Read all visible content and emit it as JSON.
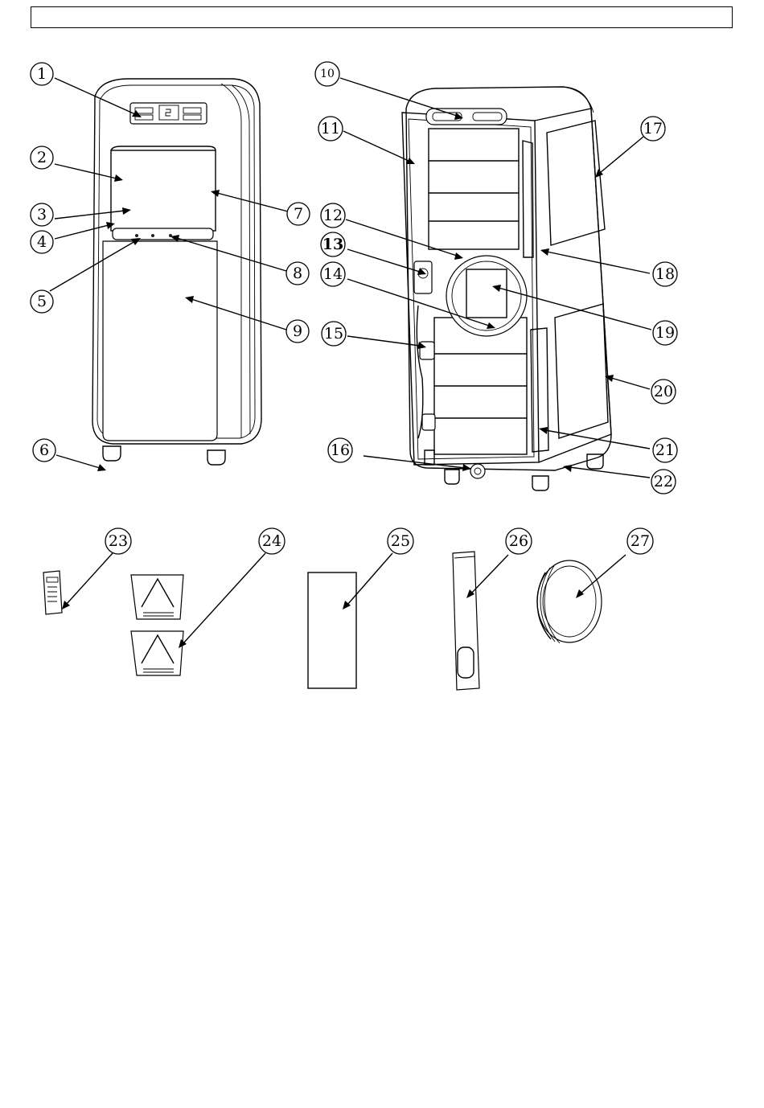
{
  "header": {
    "text": ""
  },
  "callouts": [
    {
      "label": "1"
    },
    {
      "label": "2"
    },
    {
      "label": "3"
    },
    {
      "label": "4"
    },
    {
      "label": "5"
    },
    {
      "label": "6"
    },
    {
      "label": "7"
    },
    {
      "label": "8"
    },
    {
      "label": "9"
    },
    {
      "label": "10"
    },
    {
      "label": "11"
    },
    {
      "label": "12"
    },
    {
      "label": "13"
    },
    {
      "label": "14"
    },
    {
      "label": "15"
    },
    {
      "label": "16"
    },
    {
      "label": "17"
    },
    {
      "label": "18"
    },
    {
      "label": "19"
    },
    {
      "label": "20"
    },
    {
      "label": "21"
    },
    {
      "label": "22"
    },
    {
      "label": "23"
    },
    {
      "label": "24"
    },
    {
      "label": "25"
    },
    {
      "label": "26"
    },
    {
      "label": "27"
    }
  ]
}
